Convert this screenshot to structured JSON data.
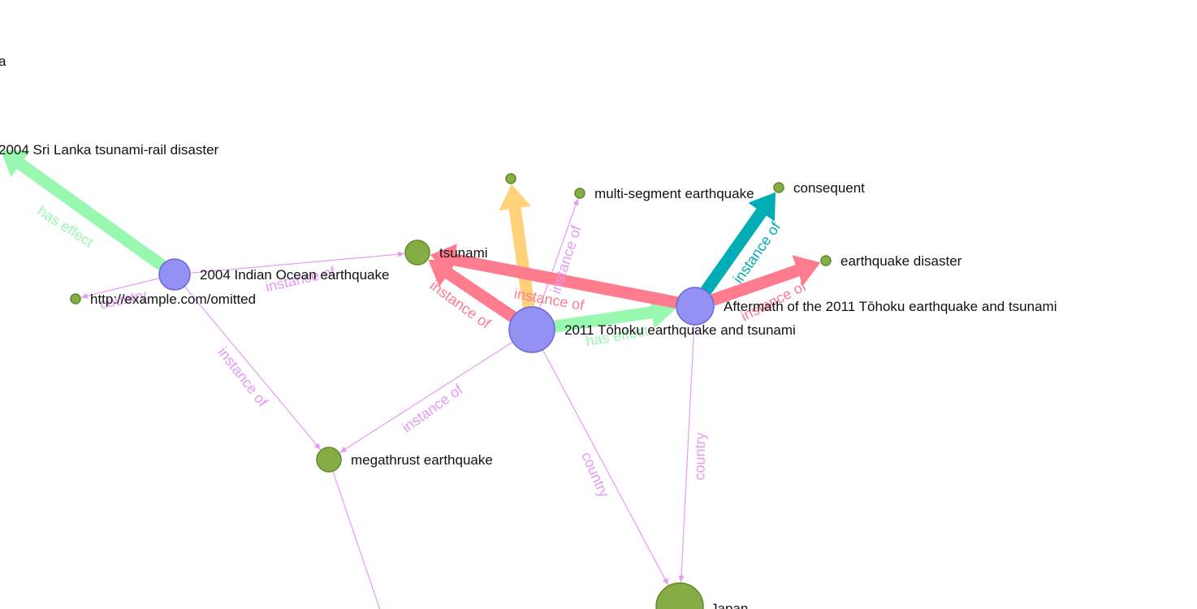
{
  "graph": {
    "nodes": [
      {
        "id": "a",
        "label": "a",
        "kind": "none"
      },
      {
        "id": "sri",
        "label": "2004 Sri Lanka tsunami-rail disaster",
        "kind": "none"
      },
      {
        "id": "indian",
        "label": "2004 Indian Ocean earthquake",
        "kind": "event"
      },
      {
        "id": "example",
        "label": "http://example.com/omitted",
        "kind": "class-small"
      },
      {
        "id": "tsunami",
        "label": "tsunami",
        "kind": "class-medium"
      },
      {
        "id": "unnamed",
        "label": "",
        "kind": "class-small"
      },
      {
        "id": "multiseg",
        "label": "multi-segment earthquake",
        "kind": "class-small"
      },
      {
        "id": "consequent",
        "label": "consequent",
        "kind": "class-small"
      },
      {
        "id": "eqdisaster",
        "label": "earthquake disaster",
        "kind": "class-small"
      },
      {
        "id": "aftermath",
        "label": "Aftermath of the 2011 Tōhoku earthquake and tsunami",
        "kind": "event"
      },
      {
        "id": "tohoku",
        "label": "2011 Tōhoku earthquake and tsunami",
        "kind": "event-large"
      },
      {
        "id": "megathrust",
        "label": "megathrust earthquake",
        "kind": "class-medium"
      },
      {
        "id": "japan",
        "label": "Japan",
        "kind": "class-large"
      }
    ],
    "edges": [
      {
        "from": "indian",
        "to": "sri",
        "label": "has effect",
        "style": "thick",
        "color": "#98f8b0"
      },
      {
        "from": "indian",
        "to": "tsunami",
        "label": "instance of",
        "style": "thin",
        "color": "#e69af5"
      },
      {
        "from": "indian",
        "to": "example",
        "label": "country",
        "style": "thin",
        "color": "#e69af5"
      },
      {
        "from": "indian",
        "to": "megathrust",
        "label": "instance of",
        "style": "thin",
        "color": "#e69af5"
      },
      {
        "from": "tohoku",
        "to": "tsunami",
        "label": "instance of",
        "style": "thick",
        "color": "#ff7b8e"
      },
      {
        "from": "tohoku",
        "to": "unnamed",
        "label": "",
        "style": "thick",
        "color": "#ffd27a"
      },
      {
        "from": "tohoku",
        "to": "multiseg",
        "label": "instance of",
        "style": "thin",
        "color": "#e69af5"
      },
      {
        "from": "tohoku",
        "to": "aftermath",
        "label": "has effect",
        "style": "thick",
        "color": "#98f8b0"
      },
      {
        "from": "tohoku",
        "to": "megathrust",
        "label": "instance of",
        "style": "thin",
        "color": "#e69af5"
      },
      {
        "from": "tohoku",
        "to": "japan",
        "label": "country",
        "style": "thin",
        "color": "#e69af5"
      },
      {
        "from": "aftermath",
        "to": "tsunami",
        "label": "instance of",
        "style": "thick",
        "color": "#ff7b8e"
      },
      {
        "from": "aftermath",
        "to": "consequent",
        "label": "instance of",
        "style": "thick",
        "color": "#00adb5"
      },
      {
        "from": "aftermath",
        "to": "eqdisaster",
        "label": "instance of",
        "style": "thick",
        "color": "#ff7b8e"
      },
      {
        "from": "aftermath",
        "to": "japan",
        "label": "country",
        "style": "thin",
        "color": "#e69af5"
      },
      {
        "from": "megathrust",
        "to": "offscreen",
        "label": "",
        "style": "thin",
        "color": "#e69af5"
      }
    ]
  },
  "colors": {
    "event_fill": "#9491f4",
    "event_stroke": "#6a66d6",
    "class_fill": "#86ad45",
    "class_stroke": "#5e8a2a"
  }
}
